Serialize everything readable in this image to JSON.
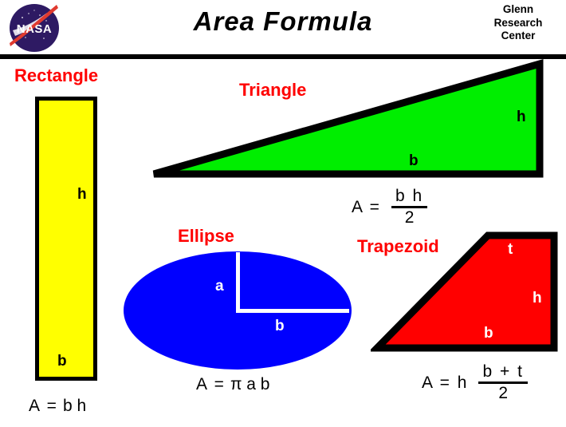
{
  "header": {
    "title": "Area  Formula",
    "logo_alt": "nasa-logo",
    "center_line1": "Glenn",
    "center_line2": "Research",
    "center_line3": "Center"
  },
  "shapes": {
    "rectangle": {
      "name": "Rectangle",
      "fill": "#ffff00",
      "stroke": "#000000",
      "label_h": "h",
      "label_b": "b",
      "formula": {
        "lhs": "A =",
        "expr": "b  h"
      }
    },
    "triangle": {
      "name": "Triangle",
      "fill": "#00ee00",
      "stroke": "#000000",
      "label_h": "h",
      "label_b": "b",
      "formula": {
        "lhs": "A  =",
        "numerator": "b  h",
        "denominator": "2"
      }
    },
    "ellipse": {
      "name": "Ellipse",
      "fill": "#0000ff",
      "axis_color": "#ffffff",
      "label_a": "a",
      "label_b": "b",
      "formula": {
        "lhs": "A =",
        "expr": "π  a  b"
      }
    },
    "trapezoid": {
      "name": "Trapezoid",
      "fill": "#ff0000",
      "stroke": "#000000",
      "label_t": "t",
      "label_h": "h",
      "label_b": "b",
      "formula": {
        "lhs": "A = h",
        "numerator": "b + t",
        "denominator": "2"
      }
    }
  },
  "colors": {
    "shape_title": "#ff0000",
    "text": "#000000",
    "background": "#ffffff",
    "rule": "#000000"
  }
}
